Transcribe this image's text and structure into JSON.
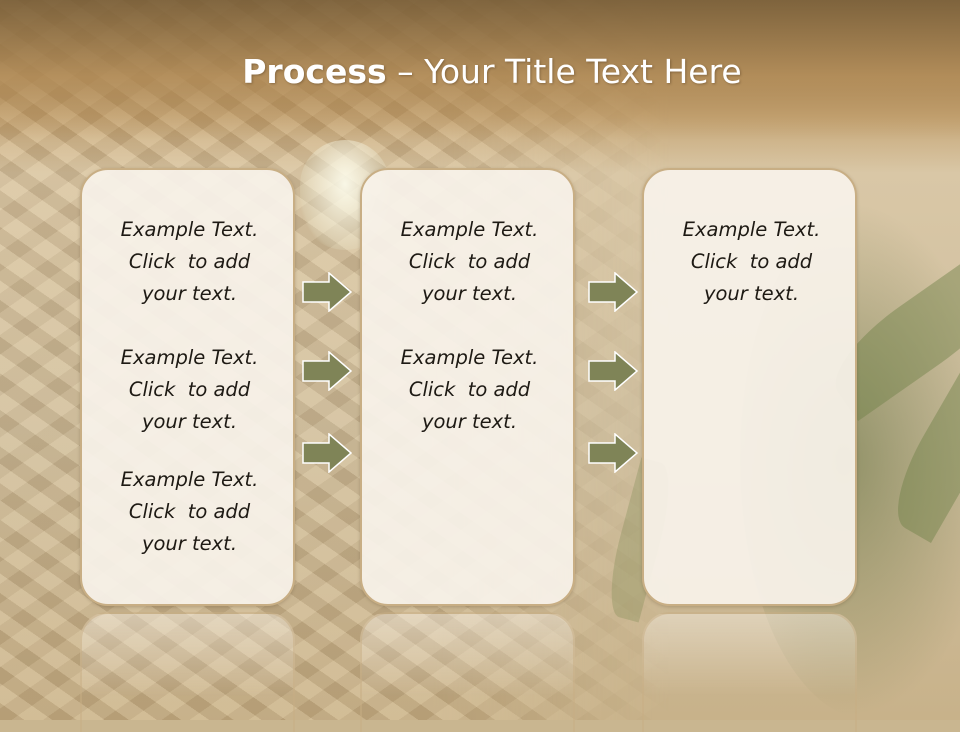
{
  "slide": {
    "title_bold": "Process",
    "title_rest": " – Your Title Text Here"
  },
  "columns": [
    {
      "items": [
        {
          "l1": "Example Text.",
          "l2": "Click  to add",
          "l3": "your text."
        },
        {
          "l1": "Example Text.",
          "l2": "Click  to add",
          "l3": "your text."
        },
        {
          "l1": "Example Text.",
          "l2": "Click  to add",
          "l3": "your text."
        }
      ]
    },
    {
      "items": [
        {
          "l1": "Example Text.",
          "l2": "Click  to add",
          "l3": "your text."
        },
        {
          "l1": "Example Text.",
          "l2": "Click  to add",
          "l3": "your text."
        }
      ]
    },
    {
      "items": [
        {
          "l1": "Example Text.",
          "l2": "Click  to add",
          "l3": "your text."
        }
      ]
    }
  ],
  "colors": {
    "arrow_fill": "#7f8457",
    "arrow_stroke": "#ffffff",
    "card_border": "#c8ae84",
    "title_text": "#ffffff"
  },
  "icons": {
    "arrow": "right-arrow-icon"
  }
}
